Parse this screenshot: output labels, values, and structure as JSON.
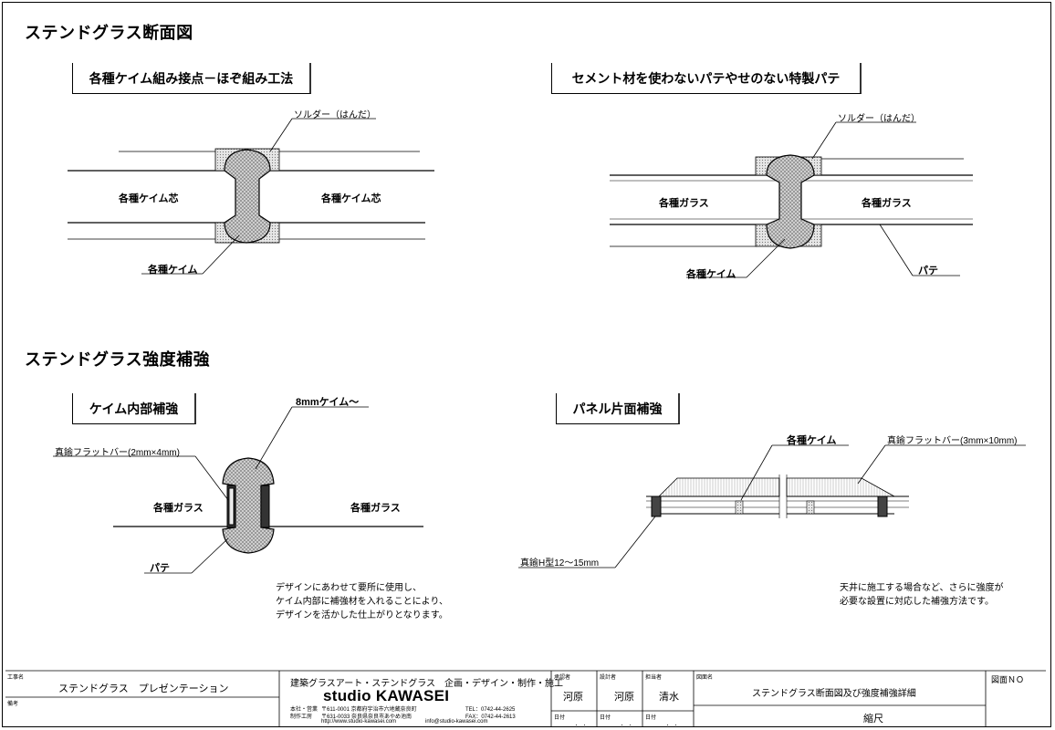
{
  "sections": {
    "cross_section_title": "ステンドグラス断面図",
    "reinforcement_title": "ステンドグラス強度補強"
  },
  "panels": {
    "tenon_joint": {
      "title": "各種ケイム組み接点－ほぞ組み工法",
      "solder": "ソルダー（はんだ）",
      "core_left": "各種ケイム芯",
      "core_right": "各種ケイム芯",
      "came": "各種ケイム"
    },
    "putty": {
      "title": "セメント材を使わないパテやせのない特製パテ",
      "solder": "ソルダー（はんだ）",
      "glass_left": "各種ガラス",
      "glass_right": "各種ガラス",
      "came": "各種ケイム",
      "putty": "パテ"
    },
    "came_internal": {
      "title": "ケイム内部補強",
      "came_8mm": "8mmケイム～",
      "brass_bar": "真鍮フラットバー(2mm×4mm)",
      "glass_left": "各種ガラス",
      "glass_right": "各種ガラス",
      "putty": "パテ",
      "note_1": "デザインにあわせて要所に使用し、",
      "note_2": "ケイム内部に補強材を入れることにより、",
      "note_3": "デザインを活かした仕上がりとなります。"
    },
    "panel_side": {
      "title": "パネル片面補強",
      "came": "各種ケイム",
      "brass_bar": "真鍮フラットバー(3mm×10mm)",
      "h_type": "真鍮H型12～15mm",
      "note_1": "天井に施工する場合など、さらに強度が",
      "note_2": "必要な設置に対応した補強方法です。"
    }
  },
  "title_block": {
    "project_label": "工事名",
    "project_name": "ステンドグラス　プレゼンテーション",
    "remarks_label": "備考",
    "tagline": "建築グラスアート・ステンドグラス　企画・デザイン・制作・施工",
    "company": "studio KAWASEI",
    "addr_1_label": "本社・営業",
    "addr_1": "〒611-0001 京都府宇治市六地蔵奈良町",
    "tel": "TEL：0742-44-2625",
    "addr_2_label": "制作工房",
    "addr_2": "〒631-0033 奈良県奈良市あやめ池南",
    "fax": "FAX：0742-44-2613",
    "url": "http://www.studio-kawasei.com",
    "email": "info@studio-kawasei.com",
    "approved_label": "承認者",
    "approved": "河原",
    "designer_label": "設計者",
    "designer": "河原",
    "drafter_label": "担当者",
    "drafter": "清水",
    "date_label": "日付",
    "date_value": "．　．",
    "drawing_title_label": "図面名",
    "drawing_title": "ステンドグラス断面図及び強度補強詳細",
    "scale": "縮尺",
    "drawing_no_label": "図面ＮＯ"
  },
  "colors": {
    "line": "#000000",
    "hatch": "#9a9a9a",
    "bar": "#333333"
  }
}
